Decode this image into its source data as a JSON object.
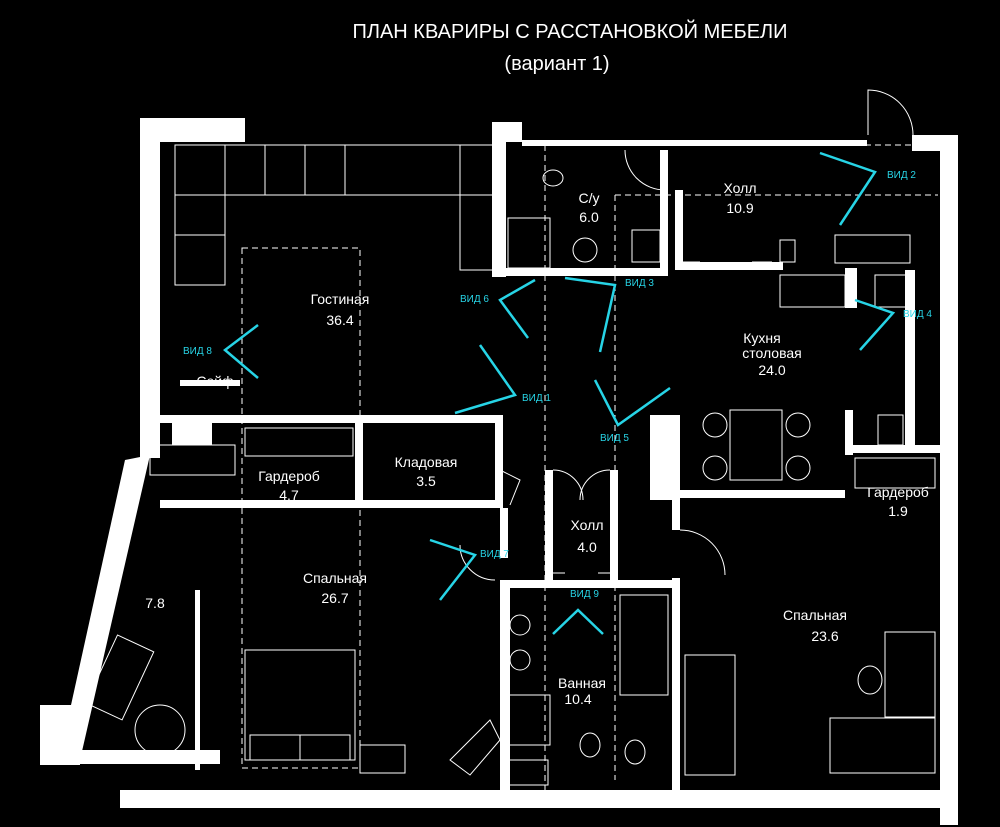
{
  "title": {
    "line1": "ПЛАН КВАРИРЫ С РАССТАНОВКОЙ МЕБЕЛИ",
    "line2": "(вариант 1)"
  },
  "rooms": [
    {
      "id": "living",
      "name": "Гостиная",
      "area": "36.4"
    },
    {
      "id": "wc",
      "name": "С/у",
      "area": "6.0"
    },
    {
      "id": "hall1",
      "name": "Холл",
      "area": "10.9"
    },
    {
      "id": "kitchen",
      "name": "Кухня\nстоловая",
      "name_line1": "Кухня",
      "name_line2": "столовая",
      "area": "24.0"
    },
    {
      "id": "safe",
      "name": "Сейф",
      "area": ""
    },
    {
      "id": "wardrobe1",
      "name": "Гардероб",
      "area": "4.7"
    },
    {
      "id": "storage",
      "name": "Кладовая",
      "area": "3.5"
    },
    {
      "id": "hall2",
      "name": "Холл",
      "area": "4.0"
    },
    {
      "id": "wardrobe2",
      "name": "Гардероб",
      "area": "1.9"
    },
    {
      "id": "balcony",
      "name": "",
      "area": "7.8"
    },
    {
      "id": "bedroom1",
      "name": "Спальная",
      "area": "26.7"
    },
    {
      "id": "bathroom",
      "name": "Ванная",
      "area": "10.4"
    },
    {
      "id": "bedroom2",
      "name": "Спальная",
      "area": "23.6"
    }
  ],
  "views": [
    "ВИД 1",
    "ВИД 2",
    "ВИД 3",
    "ВИД 4",
    "ВИД 5",
    "ВИД 6",
    "ВИД 7",
    "ВИД 8",
    "ВИД 9"
  ],
  "colors": {
    "background": "#000000",
    "lines": "#ffffff",
    "view_markers": "#27d4e6"
  }
}
